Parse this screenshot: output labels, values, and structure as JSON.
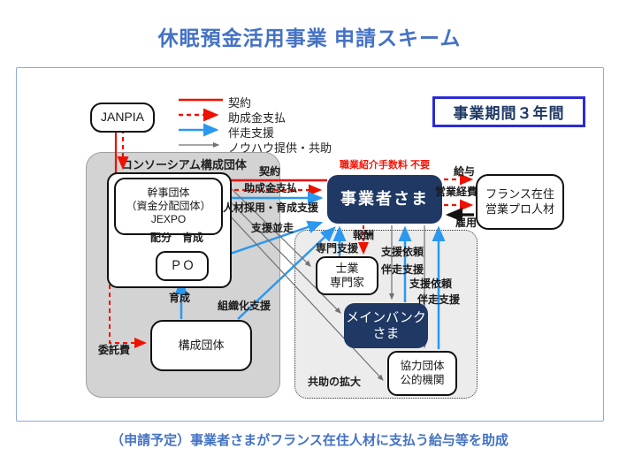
{
  "title": "休眠預金活用事業 申請スキーム",
  "caption": "（申請予定）事業者さまがフランス在住人材に支払う給与等を助成",
  "badge": {
    "label": "事業期間３年間"
  },
  "legend": {
    "contract": "契約",
    "grant": "助成金支払",
    "accompany": "伴走支援",
    "knowhow": "ノウハウ提供・共助"
  },
  "boxes": {
    "janpia": "JANPIA",
    "consortium_label": "コンソーシアム構成団体",
    "kanji_line1": "幹事団体",
    "kanji_line2": "（資金分配団体）",
    "kanji_line3": "JEXPO",
    "po": "ＰＯ",
    "member": "構成団体",
    "business": "事業者さま",
    "france_line1": "フランス在住",
    "france_line2": "営業プロ人材",
    "shigyo_line1": "士業",
    "shigyo_line2": "専門家",
    "mainbank_line1": "メインバンク",
    "mainbank_line2": "さま",
    "kyoryoku_line1": "協力団体",
    "kyoryoku_line2": "公的機関"
  },
  "labels": {
    "keiyaku": "契約",
    "joseikin": "助成金支払",
    "jinzai": "人材採用・育成支援",
    "shien_heiso": "支援並走",
    "haibun": "配分",
    "ikusei_upper": "育成",
    "ikusei_lower": "育成",
    "soshikika": "組織化支援",
    "itakuhi": "委託費",
    "shokai_fee": "職業紹介手数料 不要",
    "kyuyo": "給与",
    "eigyo_keihi": "営業経費",
    "koyo": "雇用",
    "senmon_shien": "専門支援",
    "hoshu": "報酬",
    "shien_irai1": "支援依頼",
    "bansou1": "伴走支援",
    "shien_irai2": "支援依頼",
    "bansou2": "伴走支援",
    "kyojo": "共助の拡大"
  },
  "colors": {
    "accent_blue": "#4472C4",
    "navy": "#1F3864",
    "red": "#EE1100",
    "arrow_blue": "#2B98F0",
    "gray": "#707070",
    "badge_border": "#2B2BD5"
  }
}
